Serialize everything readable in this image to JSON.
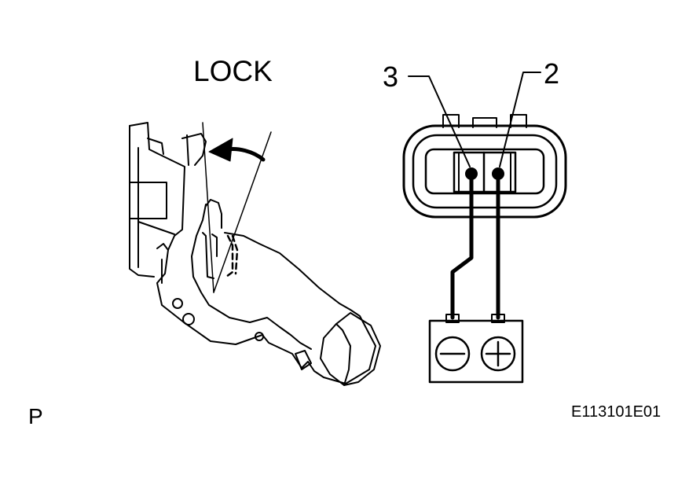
{
  "diagram": {
    "lock_label": "LOCK",
    "pin_labels": [
      "3",
      "2"
    ],
    "view_label": "P",
    "figure_id": "E113101E01",
    "battery": {
      "negative_symbol": "minus-icon",
      "positive_symbol": "plus-icon"
    }
  }
}
